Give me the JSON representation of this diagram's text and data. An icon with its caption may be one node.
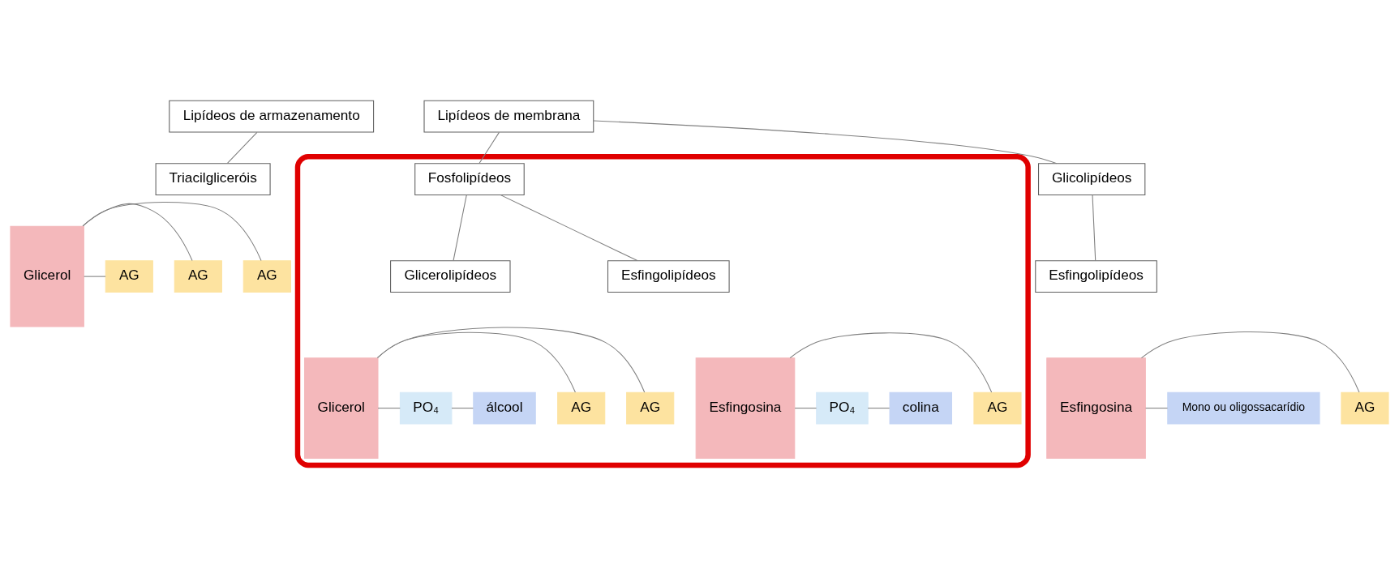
{
  "diagram": {
    "nodes": [
      {
        "text": [
          "Lipídeos de armazenamento"
        ]
      },
      {
        "text": [
          "Lipídeos de membrana"
        ]
      },
      {
        "text": [],
        "shape": "box"
      },
      {
        "text": [
          "Fosfolipídeos"
        ],
        "in": 2
      },
      {
        "text": [
          "Glicolipídeos"
        ]
      },
      {
        "text": [
          "Triacilgliceróis"
        ]
      },
      {
        "text": [
          "Glicerolipídeos"
        ],
        "in": 2
      },
      {
        "text": [
          "Esfingolipídeos"
        ],
        "in": 2
      },
      {
        "text": [
          "Esfingolipídeos"
        ]
      },
      {
        "text": [
          "Glicerol"
        ]
      },
      {
        "text": [
          "AG"
        ]
      },
      {
        "text": [
          "AG"
        ]
      },
      {
        "text": [
          "AG"
        ]
      },
      {
        "text": [
          "Glicerol"
        ],
        "in": 2
      },
      {
        "text": [
          "AG"
        ],
        "in": 2
      },
      {
        "text": [
          "AG"
        ],
        "in": 2
      },
      {
        "text": [
          "PO₄"
        ],
        "in": 2
      },
      {
        "text": [
          "álcool"
        ],
        "in": 2
      },
      {
        "text": [
          "Esfingosina"
        ],
        "in": 2
      },
      {
        "text": [
          "AG"
        ],
        "in": 2
      },
      {
        "text": [
          "PO₄"
        ],
        "in": 2
      },
      {
        "text": [
          "colina"
        ],
        "in": 2
      },
      {
        "text": [
          "Esfingosina"
        ]
      },
      {
        "text": [
          "AG"
        ]
      },
      {
        "text": [
          "Mono ou oligossacarídio"
        ]
      }
    ],
    "edges": [
      {
        "from": 0,
        "to": 5,
        "arrow": "none"
      },
      {
        "from": 1,
        "to": 3,
        "arrow": "none"
      },
      {
        "from": 1,
        "to": 4,
        "arrow": "none"
      },
      {
        "from": 3,
        "to": 6,
        "arrow": "none"
      },
      {
        "from": 3,
        "to": 7,
        "arrow": "none"
      },
      {
        "from": 4,
        "to": 8,
        "arrow": "none"
      },
      {
        "from": 9,
        "to": 10,
        "arrow": "none"
      },
      {
        "from": 9,
        "to": 11,
        "arrow": "none"
      },
      {
        "from": 9,
        "to": 12,
        "arrow": "none"
      },
      {
        "from": 13,
        "to": 14,
        "arrow": "none"
      },
      {
        "from": 13,
        "to": 15,
        "arrow": "none"
      },
      {
        "from": 13,
        "to": 16,
        "arrow": "none"
      },
      {
        "from": 16,
        "to": 17,
        "arrow": "none"
      },
      {
        "from": 18,
        "to": 19,
        "arrow": "none"
      },
      {
        "from": 18,
        "to": 20,
        "arrow": "none"
      },
      {
        "from": 20,
        "to": 21,
        "arrow": "none"
      },
      {
        "from": 22,
        "to": 23,
        "arrow": "none"
      },
      {
        "from": 22,
        "to": 24,
        "arrow": "none"
      }
    ]
  }
}
